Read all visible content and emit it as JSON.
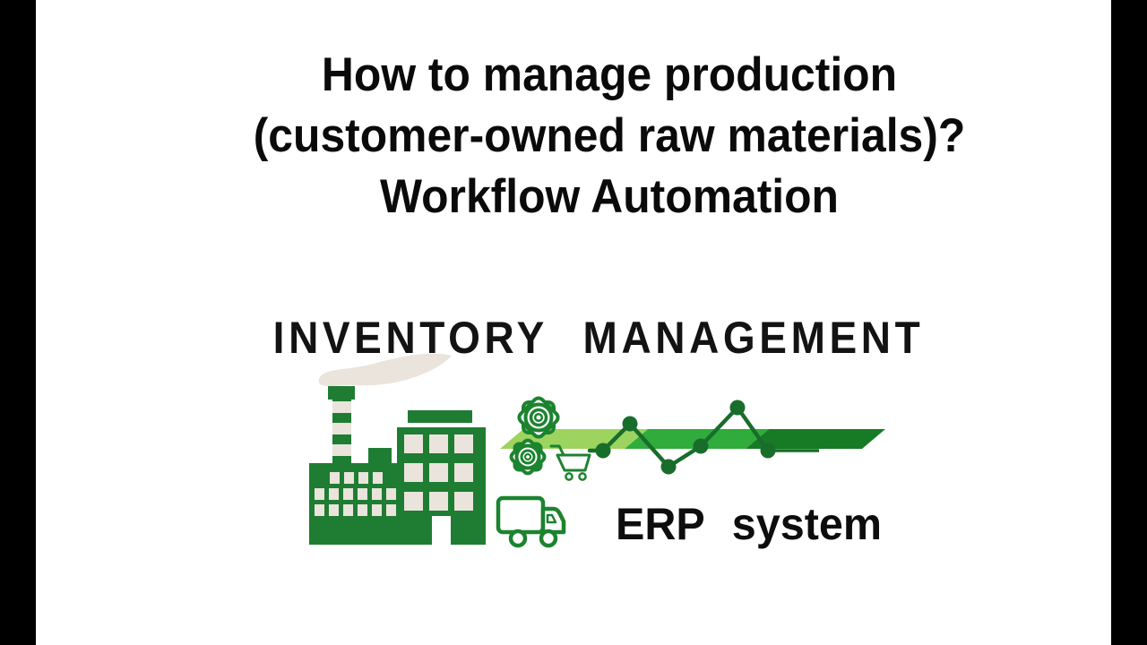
{
  "slide": {
    "title": {
      "lines": [
        "How to manage production",
        "(customer-owned raw materials)?",
        "Workflow Automation"
      ]
    },
    "subtitle": {
      "text": "INVENTORY MANAGEMENT"
    },
    "erp_caption": {
      "text": "ERP system"
    }
  },
  "illustration": {
    "icons": [
      {
        "name": "factory-icon",
        "description": "green factory with striped chimney, smoke and windows"
      },
      {
        "name": "gears-icon",
        "description": "two outlined green cog wheels"
      },
      {
        "name": "shopping-cart-icon",
        "description": "outlined green shopping cart"
      },
      {
        "name": "delivery-truck-icon",
        "description": "outlined green delivery truck"
      },
      {
        "name": "trend-line-chart-icon",
        "description": "dark green zigzag line with node dots over arrow banner"
      },
      {
        "name": "arrow-banner-icon",
        "description": "three-tone green slanted banner strip"
      }
    ],
    "colors": {
      "factory_green": "#1e7d32",
      "icon_outline_green": "#1c832f",
      "chart_line_green": "#196d2b",
      "banner_light_green": "#9cd45f",
      "banner_mid_green": "#2fac3b",
      "banner_dark_green": "#177b25",
      "window_smoke_beige": "#eae4dc",
      "pillar_black": "#000000",
      "background_white": "#ffffff",
      "text_black": "#0a0a0a"
    }
  }
}
